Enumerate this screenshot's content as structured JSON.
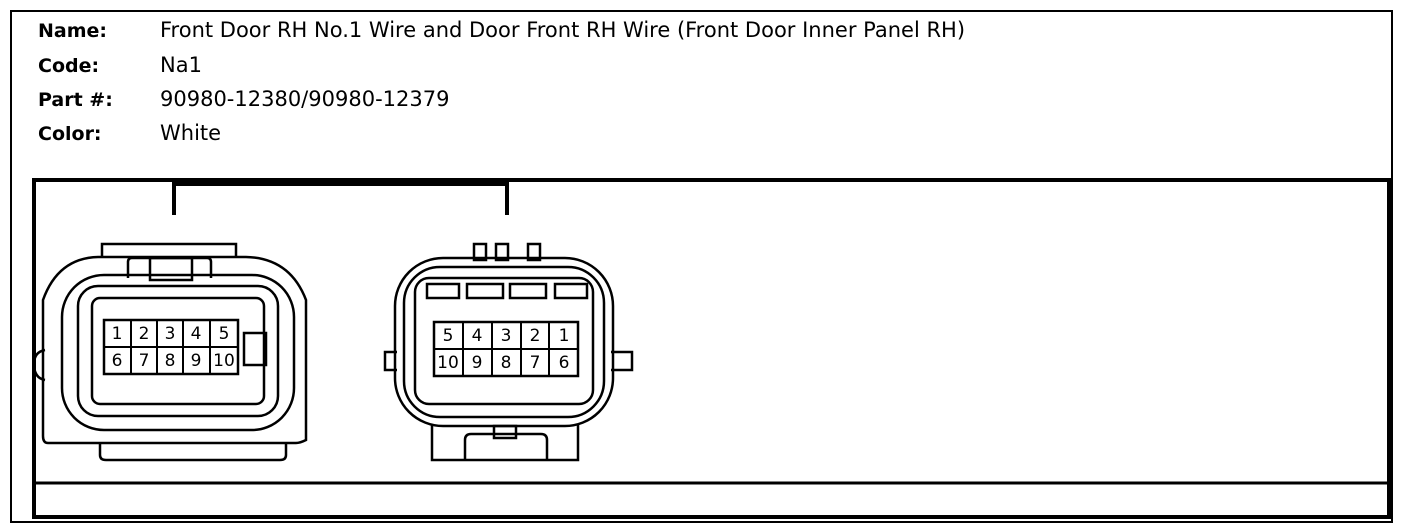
{
  "header": {
    "rows": [
      {
        "label": "Name:",
        "value": "Front Door RH No.1 Wire and Door Front RH Wire (Front Door Inner Panel RH)"
      },
      {
        "label": "Code:",
        "value": "Na1"
      },
      {
        "label": "Part #:",
        "value": "90980-12380/90980-12379"
      },
      {
        "label": "Color:",
        "value": "White"
      }
    ]
  },
  "connectors": {
    "left": {
      "top_row": [
        "1",
        "2",
        "3",
        "4",
        "5"
      ],
      "bottom_row": [
        "6",
        "7",
        "8",
        "9",
        "10"
      ]
    },
    "right": {
      "top_row": [
        "5",
        "4",
        "3",
        "2",
        "1"
      ],
      "bottom_row": [
        "10",
        "9",
        "8",
        "7",
        "6"
      ]
    }
  }
}
